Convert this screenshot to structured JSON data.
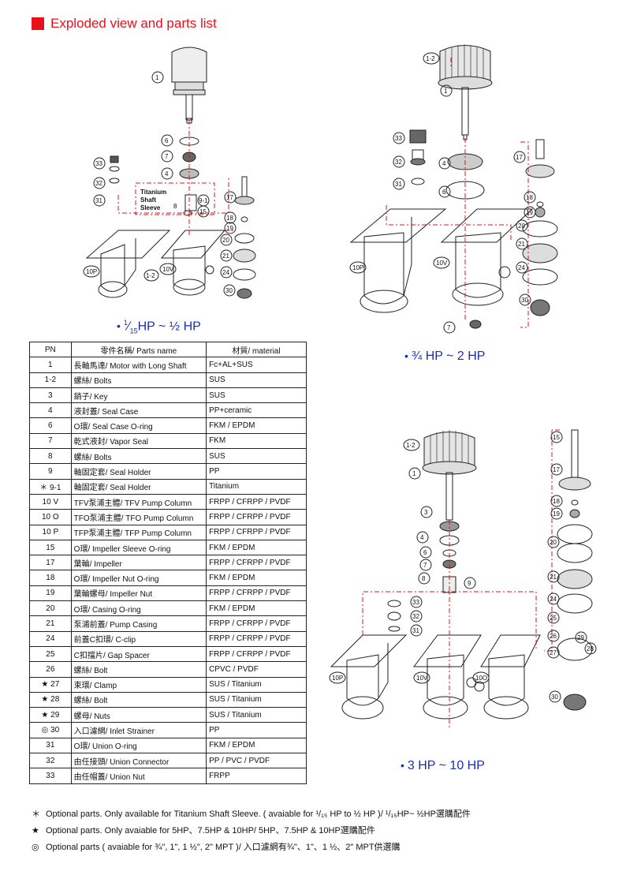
{
  "heading": "Exploded view and parts list",
  "captions": {
    "small_prefix_num": "1",
    "small_prefix_den": "15",
    "small_rest": "HP ~ ½ HP",
    "medium": "¾ HP ~ 2 HP",
    "large": "3 HP ~ 10 HP"
  },
  "table": {
    "headers": [
      "PN",
      "零件名稱/ Parts name",
      "材質/ material"
    ],
    "rows": [
      {
        "pn": "1",
        "name": "長軸馬達/ Motor with Long Shaft",
        "material": "Fc+AL+SUS"
      },
      {
        "pn": "1-2",
        "name": "螺絲/ Bolts",
        "material": "SUS"
      },
      {
        "pn": "3",
        "name": "銷子/ Key",
        "material": "SUS"
      },
      {
        "pn": "4",
        "name": "液封蓋/ Seal Case",
        "material": "PP+ceramic"
      },
      {
        "pn": "6",
        "name": "O環/ Seal Case O-ring",
        "material": "FKM / EPDM"
      },
      {
        "pn": "7",
        "name": "乾式液封/ Vapor Seal",
        "material": "FKM"
      },
      {
        "pn": "8",
        "name": "螺絲/ Bolts",
        "material": "SUS"
      },
      {
        "pn": "9",
        "name": "軸固定套/ Seal Holder",
        "material": "PP"
      },
      {
        "pn": "＊ 9-1",
        "name": "軸固定套/ Seal Holder",
        "material": "Titanium"
      },
      {
        "pn": "10 V",
        "name": "TFV泵浦主體/ TFV Pump Column",
        "material": "FRPP / CFRPP / PVDF"
      },
      {
        "pn": "10 O",
        "name": "TFO泵浦主體/ TFO Pump Column",
        "material": "FRPP / CFRPP / PVDF"
      },
      {
        "pn": "10 P",
        "name": "TFP泵浦主體/ TFP Pump Column",
        "material": "FRPP / CFRPP / PVDF"
      },
      {
        "pn": "15",
        "name": "O環/ Impeller Sleeve O-ring",
        "material": "FKM / EPDM"
      },
      {
        "pn": "17",
        "name": "葉輪/ Impeller",
        "material": "FRPP / CFRPP / PVDF"
      },
      {
        "pn": "18",
        "name": "O環/ Impeller Nut O-ring",
        "material": "FKM / EPDM"
      },
      {
        "pn": "19",
        "name": "葉輪螺母/ Impeller Nut",
        "material": "FRPP / CFRPP / PVDF"
      },
      {
        "pn": "20",
        "name": "O環/ Casing O-ring",
        "material": "FKM / EPDM"
      },
      {
        "pn": "21",
        "name": "泵浦前蓋/ Pump Casing",
        "material": "FRPP / CFRPP / PVDF"
      },
      {
        "pn": "24",
        "name": "前蓋C扣環/ C-clip",
        "material": "FRPP / CFRPP / PVDF"
      },
      {
        "pn": "25",
        "name": "C扣擋片/ Gap Spacer",
        "material": "FRPP / CFRPP / PVDF"
      },
      {
        "pn": "26",
        "name": "螺絲/ Bolt",
        "material": "CPVC / PVDF"
      },
      {
        "pn": "★ 27",
        "name": "束環/ Clamp",
        "material": "SUS / Titanium"
      },
      {
        "pn": "★ 28",
        "name": "螺絲/ Bolt",
        "material": "SUS / Titanium"
      },
      {
        "pn": "★ 29",
        "name": "螺母/ Nuts",
        "material": "SUS / Titanium"
      },
      {
        "pn": "◎ 30",
        "name": "入口濾網/ Inlet Strainer",
        "material": "PP"
      },
      {
        "pn": "31",
        "name": "O環/ Union O-ring",
        "material": "FKM / EPDM"
      },
      {
        "pn": "32",
        "name": "由任接頭/ Union Connector",
        "material": "PP / PVC / PVDF"
      },
      {
        "pn": "33",
        "name": "由任帽蓋/ Union Nut",
        "material": "FRPP"
      }
    ]
  },
  "notes": [
    {
      "symbol": "＊",
      "text": "Optional parts. Only available for Titanium Shaft Sleeve. ( avaiable for ¹/₁₅ HP to ½ HP )/ ¹/₁₅HP~ ½HP選購配件"
    },
    {
      "symbol": "★",
      "text": "Optional parts. Only avaiable for 5HP、7.5HP & 10HP/ 5HP、7.5HP & 10HP選購配件"
    },
    {
      "symbol": "◎",
      "text": "Optional parts ( avaiable for ¾\", 1\", 1 ½\", 2\" MPT )/ 入口濾網有¾\"、1\"、1 ½、2\" MPT供選購"
    }
  ],
  "diagram_labels": {
    "fig1": [
      "1",
      "6",
      "7",
      "4",
      "33",
      "32",
      "31",
      "8",
      "9-1",
      "15",
      "17",
      "18",
      "19",
      "20",
      "21",
      "24",
      "30",
      "10P",
      "10V",
      "1-2"
    ],
    "fig1_inset": [
      "Titanium",
      "Shaft",
      "Sleeve"
    ],
    "fig2": [
      "1-2",
      "1",
      "33",
      "32",
      "31",
      "4",
      "6",
      "17",
      "18",
      "19",
      "20",
      "21",
      "24",
      "30",
      "10P",
      "10V",
      "7"
    ],
    "fig3": [
      "1-2",
      "1",
      "3",
      "4",
      "6",
      "7",
      "8",
      "9",
      "33",
      "32",
      "31",
      "10P",
      "10V",
      "10O",
      "15",
      "17",
      "18",
      "19",
      "20",
      "21",
      "24",
      "25",
      "26",
      "29",
      "28",
      "27",
      "30"
    ]
  },
  "colors": {
    "accent_red": "#e8111b",
    "caption_blue": "#1a2fb0",
    "dash_red": "#d9141b"
  }
}
